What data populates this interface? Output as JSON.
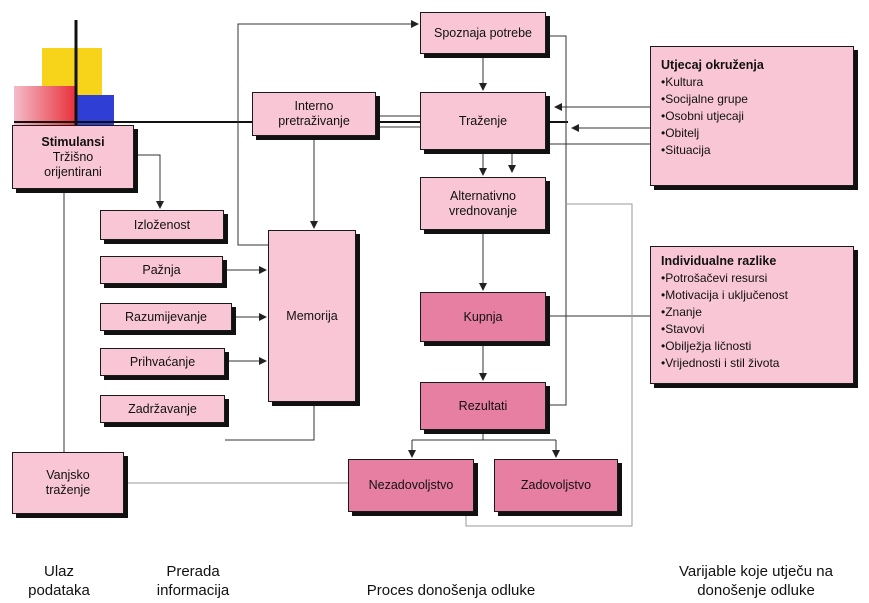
{
  "nodes": {
    "spoznaja": "Spoznaja potrebe",
    "trazenje": "Traženje",
    "interno_1": "Interno",
    "interno_2": "pretraživanje",
    "alternativno_1": "Alternativno",
    "alternativno_2": "vrednovanje",
    "kupnja": "Kupnja",
    "rezultati": "Rezultati",
    "nezadovoljstvo": "Nezadovoljstvo",
    "zadovoljstvo": "Zadovoljstvo",
    "memorija": "Memorija",
    "izlozenost": "Izloženost",
    "paznja": "Pažnja",
    "razumijevanje": "Razumijevanje",
    "prihvacanje": "Prihvaćanje",
    "zadrzavanje": "Zadržavanje",
    "stimulansi_title": "Stimulansi",
    "stimulansi_1": "Tržišno",
    "stimulansi_2": "orijentirani",
    "vanjsko_1": "Vanjsko",
    "vanjsko_2": "traženje"
  },
  "environment": {
    "title": "Utjecaj okruženja",
    "items": [
      "•Kultura",
      "•Socijalne grupe",
      "•Osobni utjecaji",
      "•Obitelj",
      "•Situacija"
    ]
  },
  "individual": {
    "title": "Individualne razlike",
    "items": [
      "•Potrošačevi resursi",
      "•Motivacija i uključenost",
      "•Znanje",
      "•Stavovi",
      "•Obilježja ličnosti",
      "•Vrijednosti i stil života"
    ]
  },
  "captions": {
    "ulaz_1": "Ulaz",
    "ulaz_2": "podataka",
    "prerada_1": "Prerada",
    "prerada_2": "informacija",
    "proces": "Proces donošenja odluke",
    "varijable_1": "Varijable koje utječu na",
    "varijable_2": "donošenje odluke"
  },
  "colors": {
    "light_box": "#f9c6d6",
    "dark_box": "#e77fa3",
    "logo_yellow": "#f7d31a",
    "logo_red": "#e8303a",
    "logo_blue": "#2f3fd6"
  }
}
